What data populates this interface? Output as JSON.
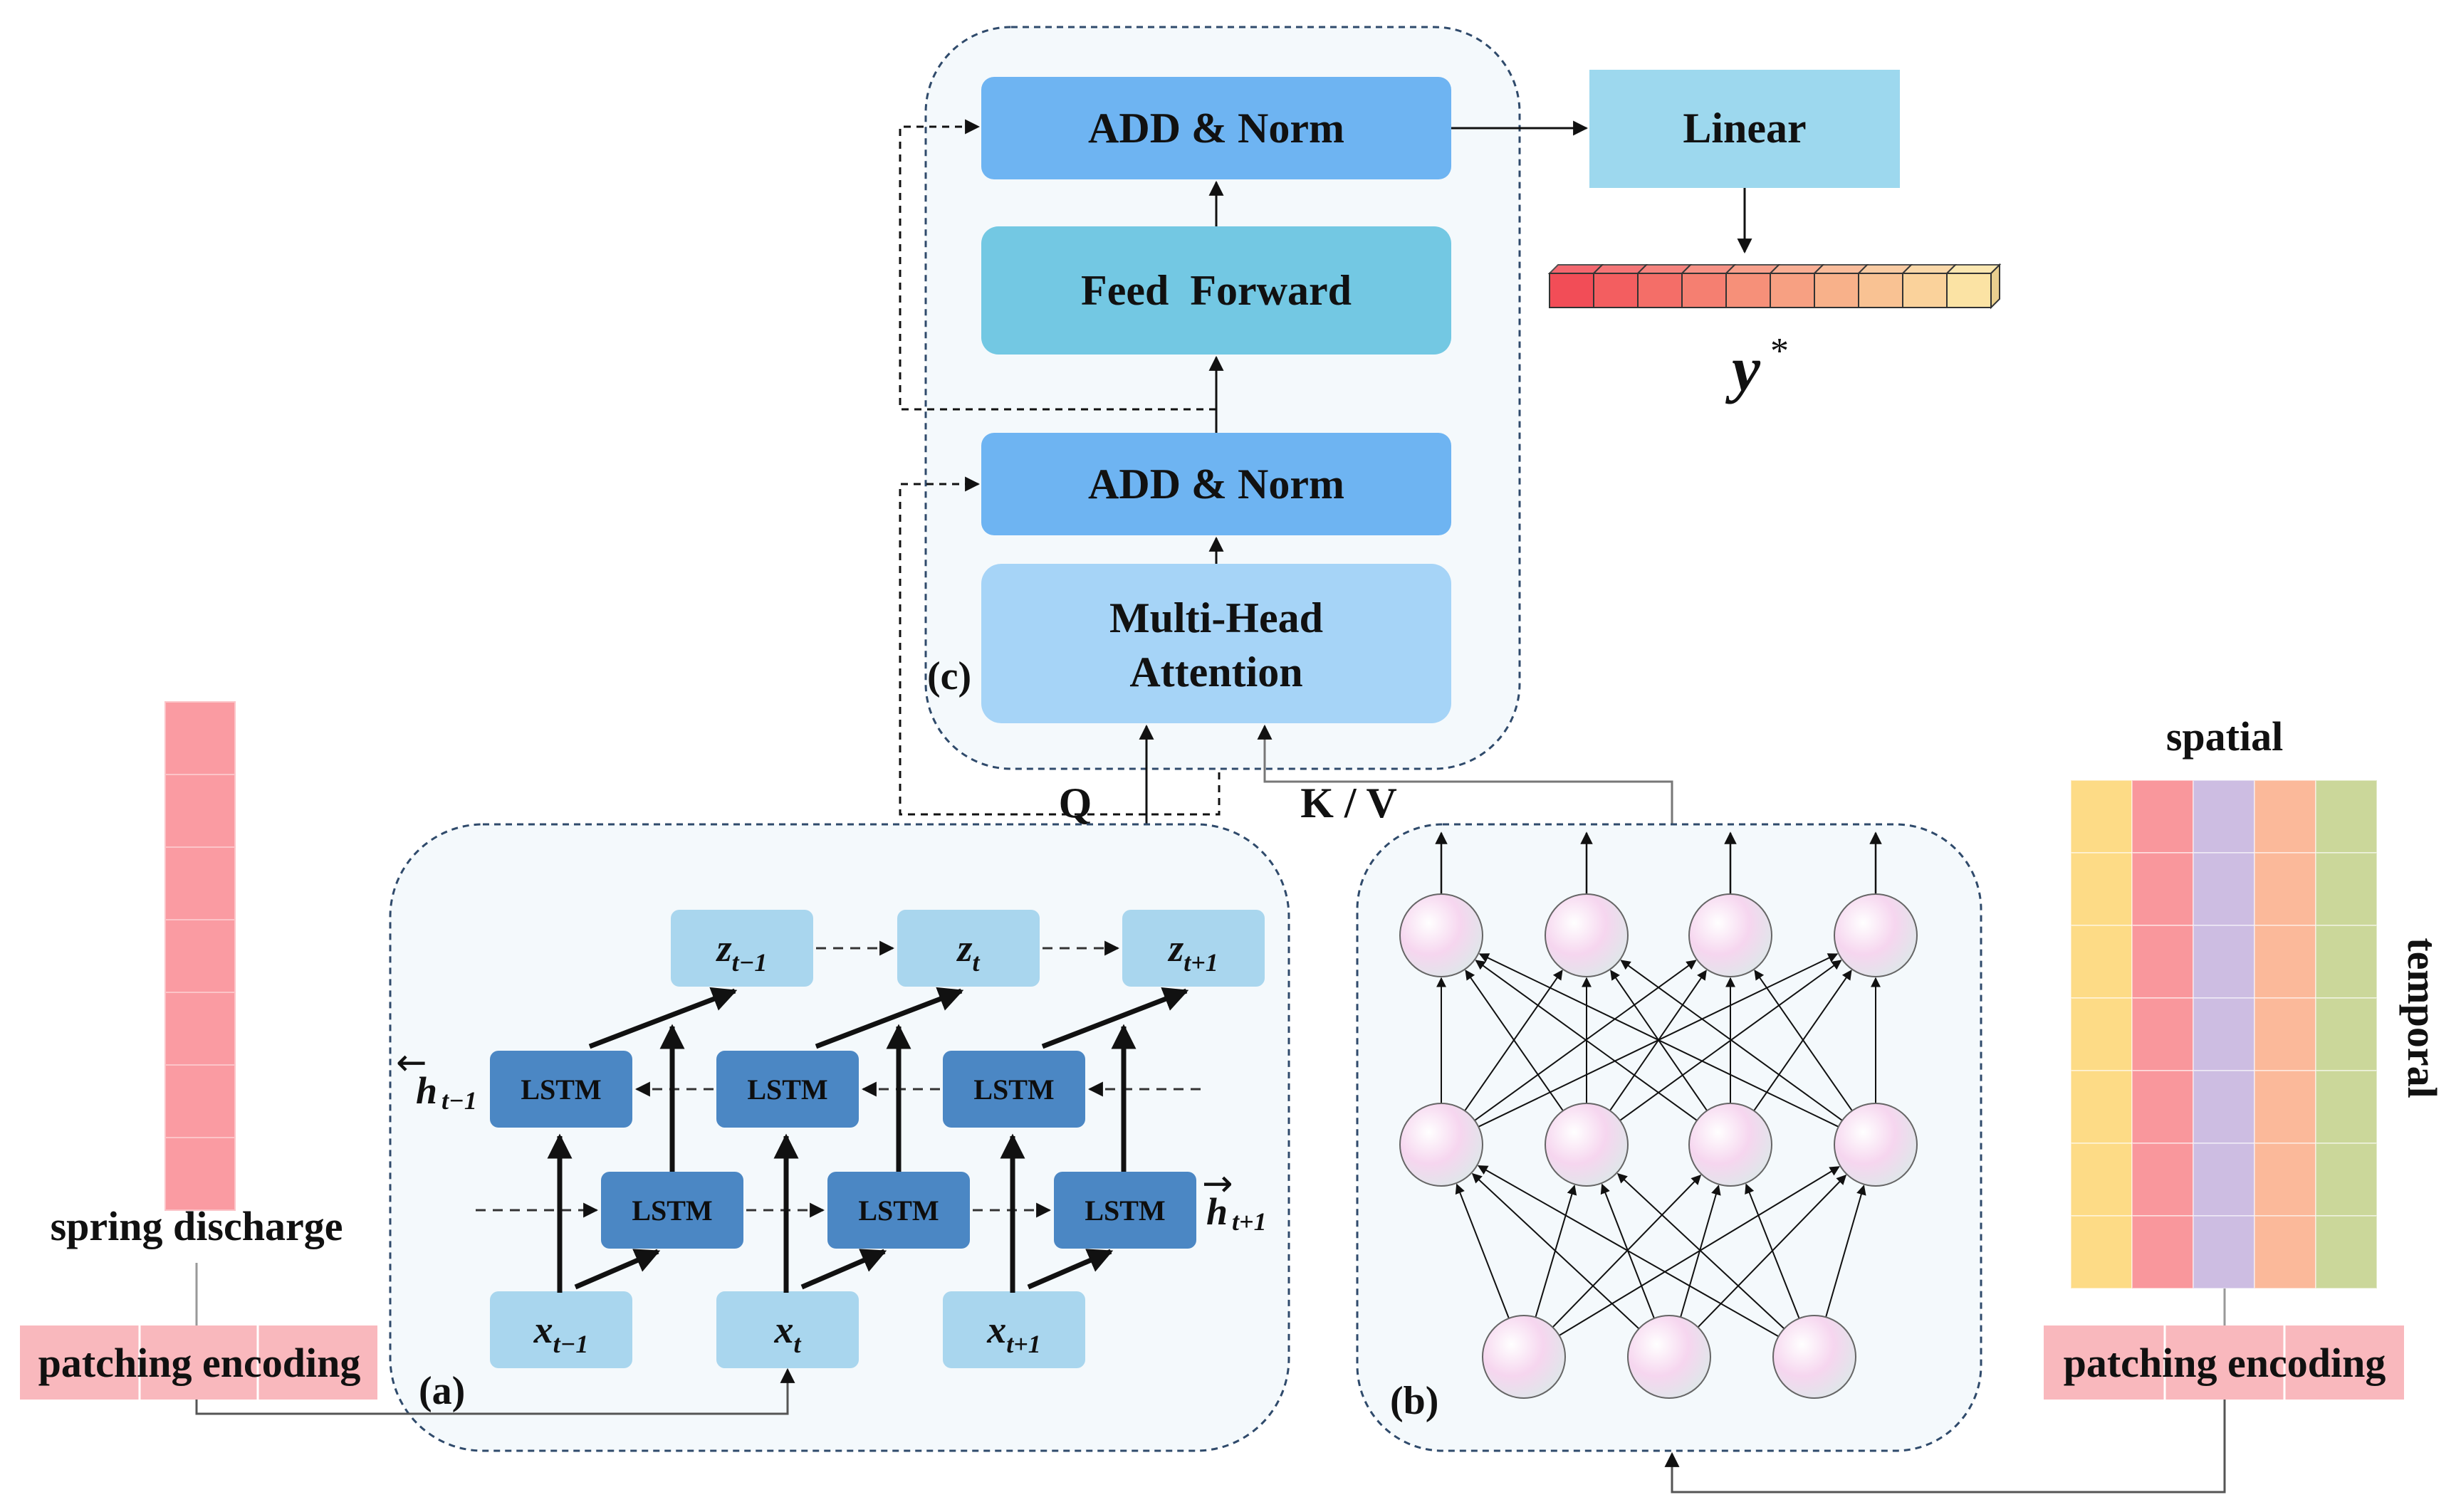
{
  "transformer": {
    "panel_label": "(c)",
    "add_norm_top": "ADD & Norm",
    "feed_forward": "Feed  Forward",
    "add_norm_bottom": "ADD & Norm",
    "multi_head_line1": "Multi-Head",
    "multi_head_line2": "Attention",
    "linear": "Linear",
    "output_symbol": "y",
    "output_superscript": "*",
    "q_label": "Q",
    "kv_label": "K / V"
  },
  "bilstm": {
    "panel_label": "(a)",
    "lstm_label": "LSTM",
    "z_nodes": [
      {
        "base": "z",
        "sub": "t−1"
      },
      {
        "base": "z",
        "sub": "t"
      },
      {
        "base": "z",
        "sub": "t+1"
      }
    ],
    "x_nodes": [
      {
        "base": "x",
        "sub": "t−1"
      },
      {
        "base": "x",
        "sub": "t"
      },
      {
        "base": "x",
        "sub": "t+1"
      }
    ],
    "h_backward": {
      "base": "h",
      "sub": "t−1",
      "arrow": "←"
    },
    "h_forward": {
      "base": "h",
      "sub": "t+1",
      "arrow": "→"
    }
  },
  "mlp": {
    "panel_label": "(b)",
    "layers": [
      3,
      4,
      4
    ]
  },
  "inputs": {
    "left_caption": "spring discharge",
    "left_encoding": "patching encoding",
    "right_caption_top": "spatial",
    "right_caption_side": "temporal",
    "right_encoding": "patching encoding"
  },
  "colors": {
    "panel_bg": "#f4f9fc",
    "add_norm": "#6eb4f2",
    "feed_forward": "#73c8e3",
    "multi_head": "#a6d4f7",
    "linear": "#9dd8ee",
    "lstm": "#4b87c4",
    "node_light": "#a9d6ee",
    "spring_column": "#fa9ba2",
    "encoding": "#f9b8bd",
    "spatial_columns": [
      "#fddb86",
      "#f9979c",
      "#cdbde2",
      "#fbb99a",
      "#cbd79a"
    ]
  }
}
